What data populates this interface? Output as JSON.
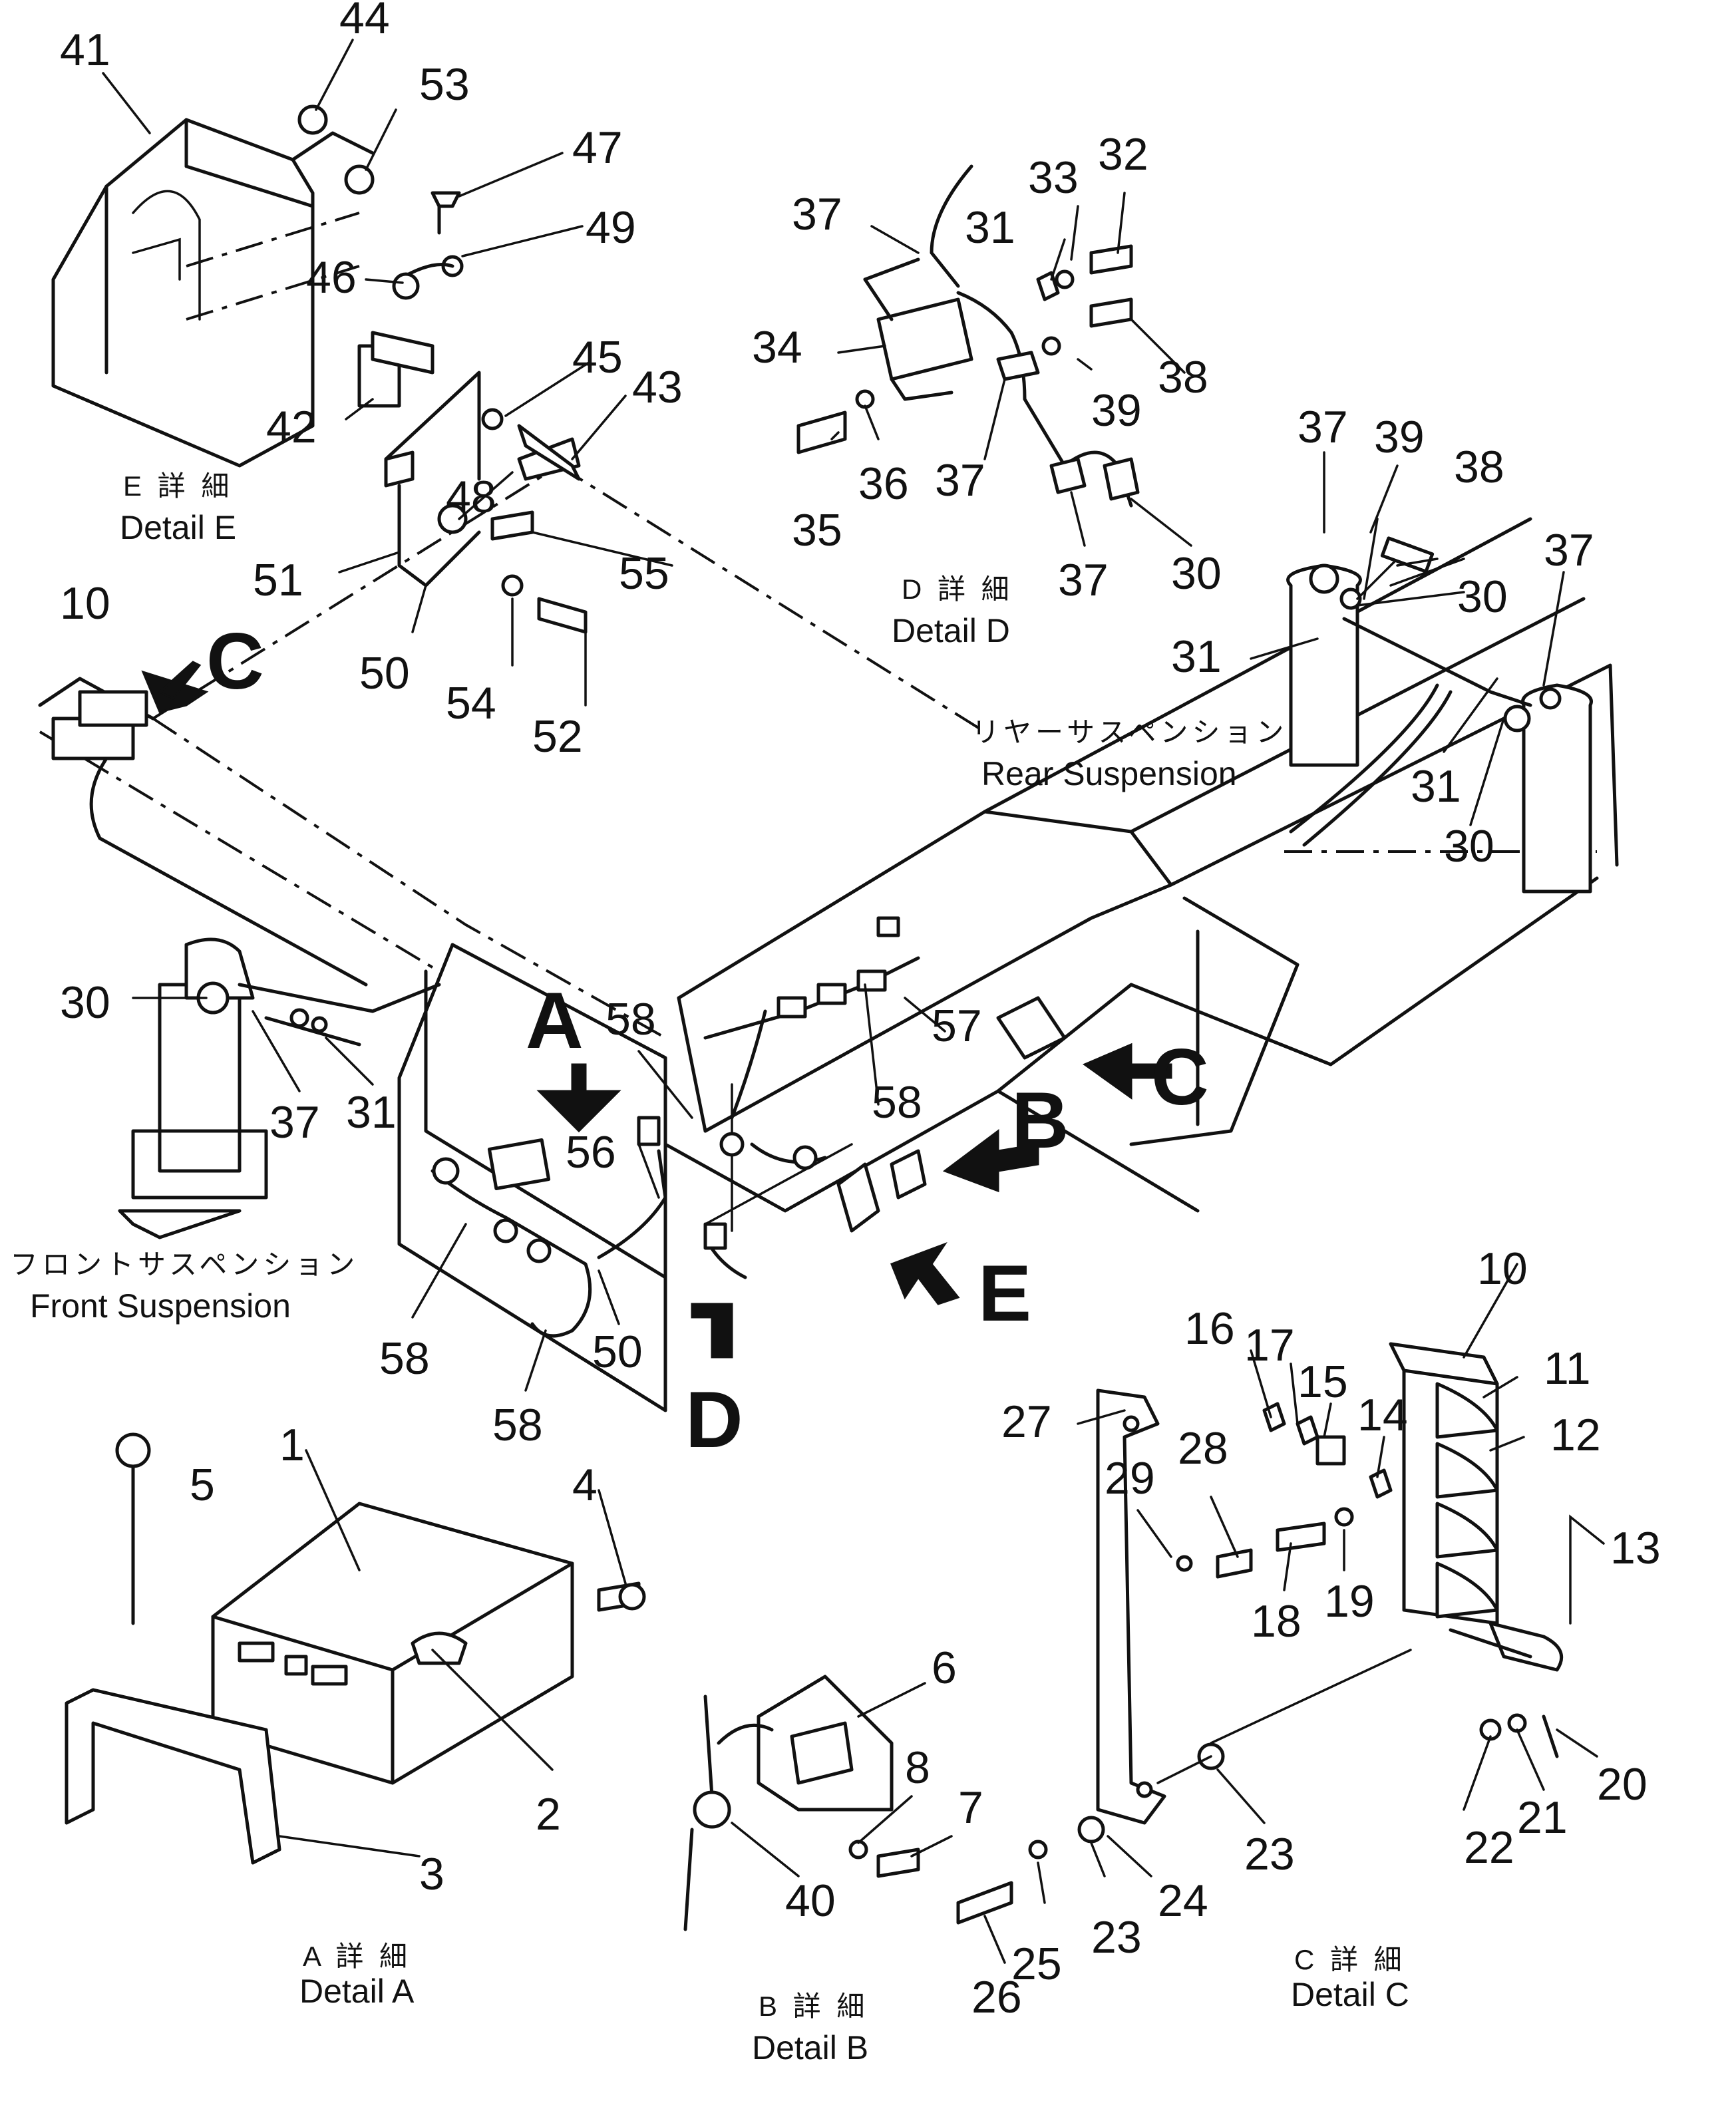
{
  "part_numbers": {
    "p1": "1",
    "p2": "2",
    "p3": "3",
    "p4": "4",
    "p5": "5",
    "p6": "6",
    "p7": "7",
    "p8": "8",
    "p10a": "10",
    "p10b": "10",
    "p11": "11",
    "p12": "12",
    "p13": "13",
    "p14": "14",
    "p15": "15",
    "p16": "16",
    "p17": "17",
    "p18": "18",
    "p19": "19",
    "p20": "20",
    "p21": "21",
    "p22": "22",
    "p23a": "23",
    "p23b": "23",
    "p24": "24",
    "p25": "25",
    "p26": "26",
    "p27": "27",
    "p28": "28",
    "p29": "29",
    "p30a": "30",
    "p30b": "30",
    "p30c": "30",
    "p30d": "30",
    "p31a": "31",
    "p31b": "31",
    "p31c": "31",
    "p31d": "31",
    "p32": "32",
    "p33": "33",
    "p34": "34",
    "p35": "35",
    "p36": "36",
    "p37a": "37",
    "p37b": "37",
    "p37c": "37",
    "p37d": "37",
    "p37e": "37",
    "p37f": "37",
    "p38a": "38",
    "p38b": "38",
    "p39a": "39",
    "p39b": "39",
    "p40": "40",
    "p41": "41",
    "p42": "42",
    "p43": "43",
    "p44": "44",
    "p45": "45",
    "p46": "46",
    "p47": "47",
    "p48": "48",
    "p49": "49",
    "p50a": "50",
    "p50b": "50",
    "p51": "51",
    "p52": "52",
    "p53": "53",
    "p54": "54",
    "p55": "55",
    "p56": "56",
    "p57": "57",
    "p58a": "58",
    "p58b": "58",
    "p58c": "58",
    "p58d": "58"
  },
  "view_markers": {
    "c_top": "C",
    "c_right": "C",
    "a": "A",
    "b": "B",
    "d": "D",
    "e": "E"
  },
  "captions": {
    "detail_a_jp": "A 詳 細",
    "detail_a": "Detail A",
    "detail_b_jp": "B 詳 細",
    "detail_b": "Detail B",
    "detail_c_jp": "C 詳 細",
    "detail_c": "Detail C",
    "detail_d_jp": "D 詳 細",
    "detail_d": "Detail D",
    "detail_e_jp": "E 詳 細",
    "detail_e": "Detail E",
    "rear_jp": "リヤーサスペンション",
    "rear": "Rear Suspension",
    "front_jp": "フロントサスペンション",
    "front": "Front Suspension"
  }
}
